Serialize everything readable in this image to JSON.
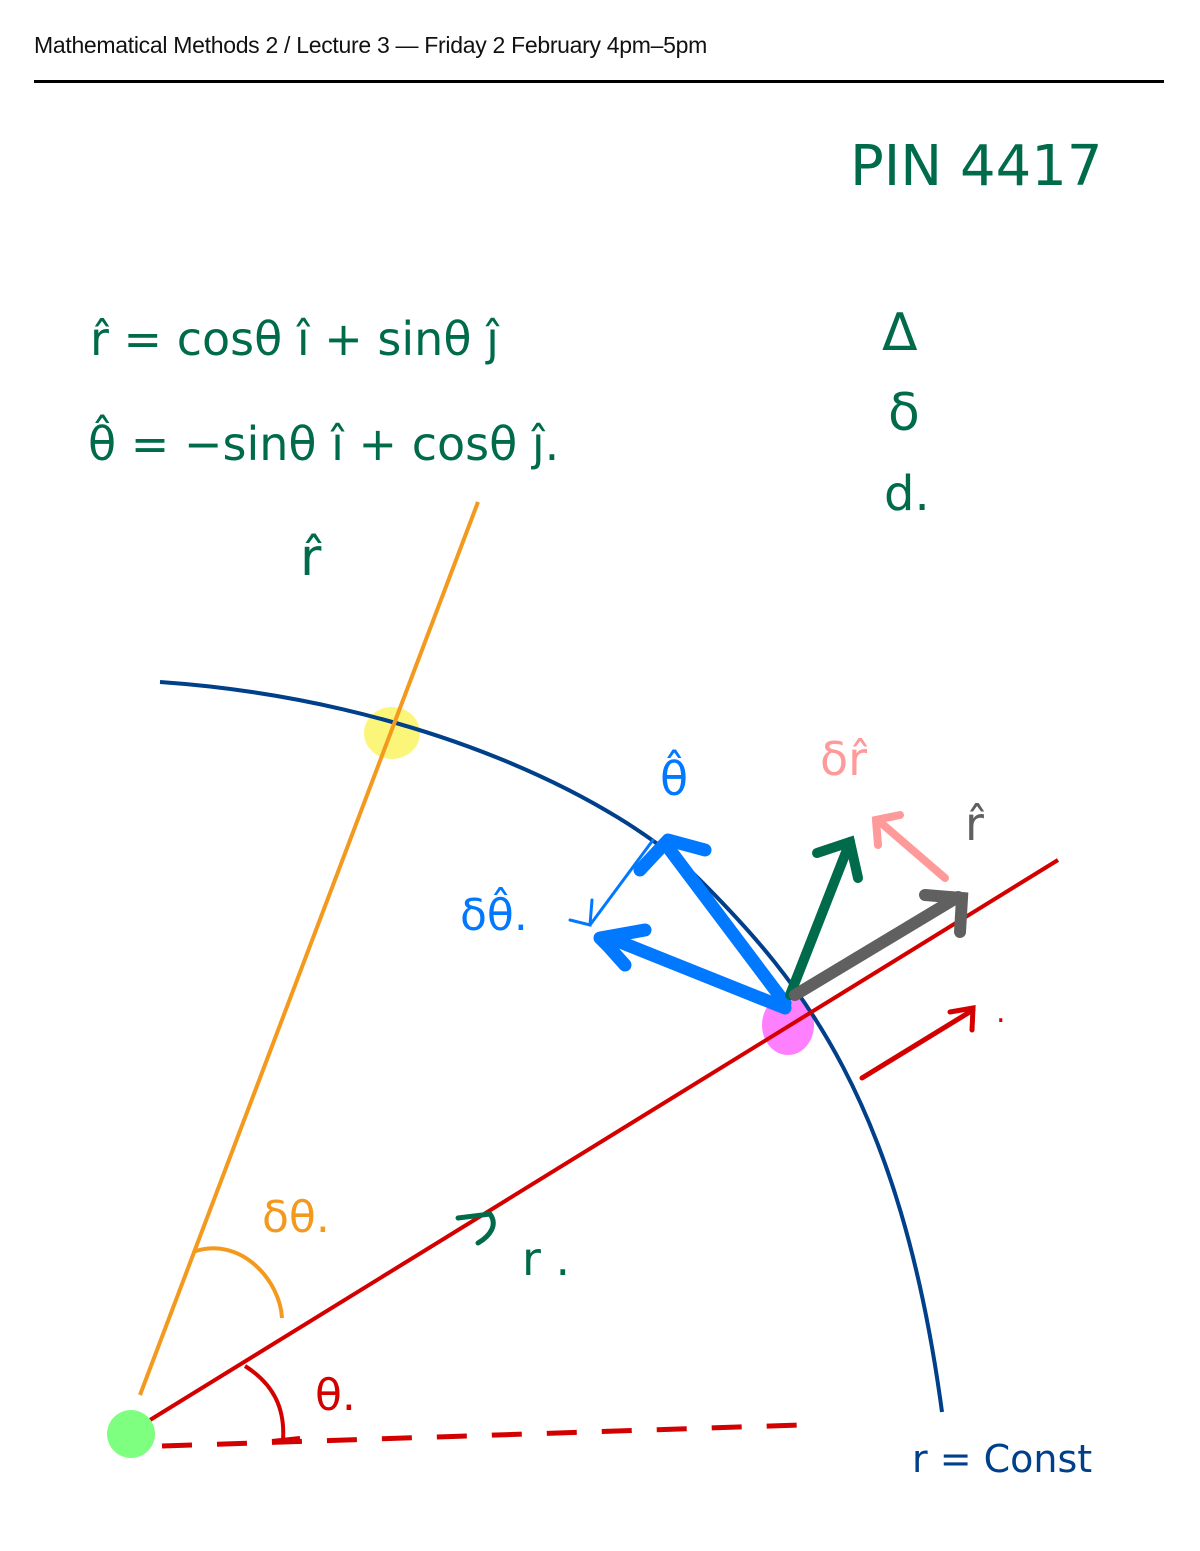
{
  "header": {
    "title": "Mathematical Methods 2 / Lecture 3 — Friday 2 February 4pm–5pm"
  },
  "colors": {
    "ink_green": "#006b4a",
    "ink_blue_dark": "#003f8a",
    "ink_blue_bright": "#0078ff",
    "ink_red": "#d40000",
    "ink_orange": "#f39a1e",
    "ink_pink": "#ff9a9a",
    "ink_gray": "#606060",
    "highlight_yellow": "#fbf67a",
    "highlight_magenta": "#ff80ff",
    "origin_green": "#7fff7f"
  },
  "annotations": {
    "pin": "PIN 4417",
    "eq_r_hat": "r̂ = cosθ î + sinθ ĵ",
    "eq_theta_hat": "θ̂ = −sinθ î + cosθ ĵ.",
    "symbols": [
      "Δ",
      "δ",
      "d."
    ],
    "r_hat_label_top": "r̂",
    "theta_hat_label": "θ̂",
    "delta_theta_hat_label": "δθ̂.",
    "delta_r_hat_label": "δr̂",
    "r_hat_label_gray": "r̂",
    "delta_theta_label": "δθ.",
    "theta_label": "θ.",
    "r_vec_label": "r .",
    "arrow_dot": ".",
    "r_const_label": "r = Const"
  }
}
